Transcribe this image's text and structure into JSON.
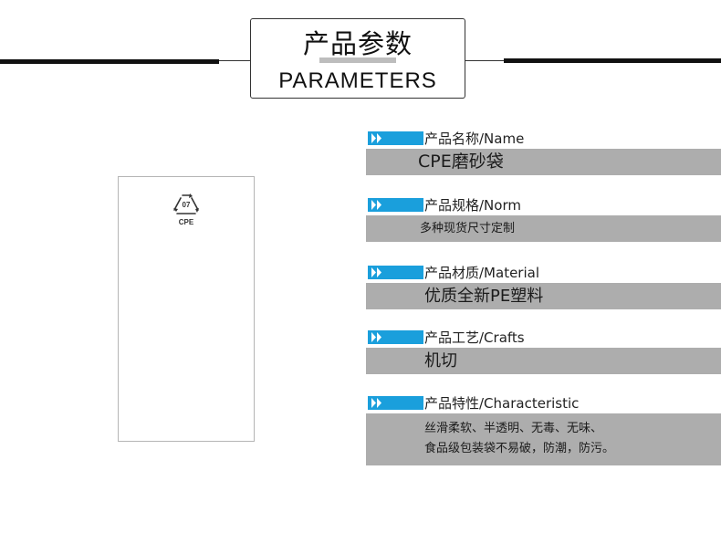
{
  "header": {
    "title_cn": "产品参数",
    "title_en": "PARAMETERS"
  },
  "product": {
    "recycle_number": "07",
    "material_code": "CPE",
    "icon": "recycle-icon"
  },
  "colors": {
    "accent": "#1a9fdc",
    "value_background": "#adadad",
    "frame_line": "#111111"
  },
  "params": [
    {
      "label": "产品名称/Name",
      "value": "CPE磨砂袋"
    },
    {
      "label": "产品规格/Norm",
      "value": "多种现货尺寸定制"
    },
    {
      "label": "产品材质/Material",
      "value": "优质全新PE塑料"
    },
    {
      "label": "产品工艺/Crafts",
      "value": "机切"
    },
    {
      "label": "产品特性/Characteristic",
      "value_lines": [
        "丝滑柔软、半透明、无毒、无味、",
        "食品级包装袋不易破，防潮，防污。"
      ]
    }
  ]
}
